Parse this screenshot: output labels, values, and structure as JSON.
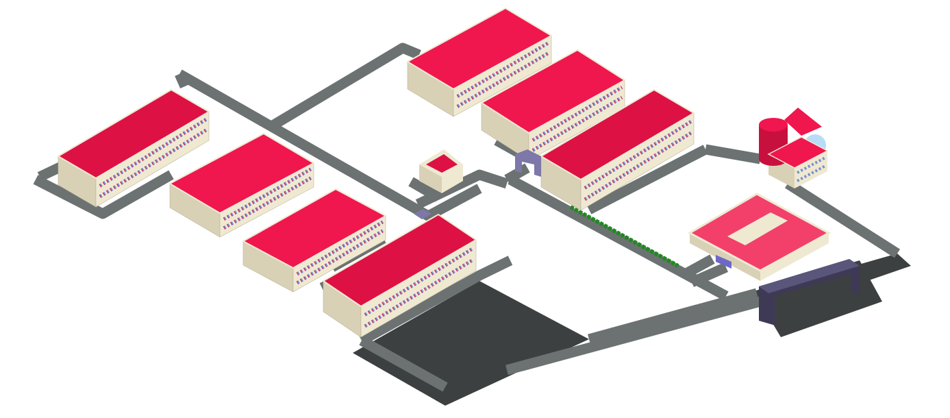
{
  "scene": {
    "description_type": "isometric campus site model",
    "colors": {
      "background": "#ffffff",
      "road": "#6c7272",
      "lot": "#3c4040",
      "roof": "#f0164e",
      "roof_dark": "#dd1144",
      "wall": "#efe9d2",
      "wall_shade": "#d9d1b6",
      "window": "#7a8fd0",
      "hedge": "#1f8a1f",
      "gate": "#3e3a55",
      "pavilion_roof": "#f2406a"
    },
    "buildings": [
      {
        "type": "long-block"
      },
      {
        "type": "long-block"
      },
      {
        "type": "long-block"
      },
      {
        "type": "long-block"
      },
      {
        "type": "long-block"
      },
      {
        "type": "long-block"
      },
      {
        "type": "long-block"
      },
      {
        "type": "pavilion"
      },
      {
        "type": "tower-building"
      },
      {
        "type": "small-house"
      },
      {
        "type": "gate"
      }
    ]
  }
}
